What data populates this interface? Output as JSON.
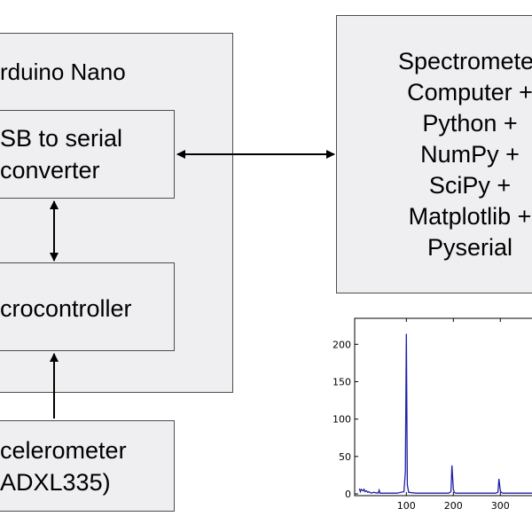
{
  "blocks": {
    "arduino_label": "rduino Nano",
    "usb_line1": "SB to serial",
    "usb_line2": "converter",
    "micro_label": "crocontroller",
    "accel_line1": "celerometer",
    "accel_line2": "ADXL335)"
  },
  "computer_lines": [
    "Spectrometer",
    "Computer +",
    "Python +",
    "NumPy +",
    "SciPy +",
    "Matplotlib +",
    "Pyserial"
  ],
  "colors": {
    "box_fill": "#efeff1",
    "box_border": "#4d4d4d",
    "plot_line": "#1f1fa8"
  },
  "chart_data": {
    "type": "line",
    "title": "",
    "xlabel": "",
    "ylabel": "",
    "xlim": [
      -10,
      400
    ],
    "ylim": [
      0,
      230
    ],
    "xticks": [
      100,
      200,
      300
    ],
    "yticks": [
      0,
      50,
      100,
      150,
      200
    ],
    "grid": false,
    "series": [
      {
        "x": [
          0,
          2,
          4,
          6,
          8,
          10,
          12,
          15,
          18,
          20,
          25,
          30,
          40,
          42,
          44,
          60,
          80,
          95,
          98,
          100,
          102,
          105,
          120,
          150,
          190,
          195,
          197,
          200,
          202,
          205,
          250,
          290,
          295,
          297,
          300,
          302,
          305,
          340,
          380,
          400
        ],
        "y": [
          7,
          3,
          6,
          5,
          4,
          6,
          3,
          4,
          2,
          3,
          1,
          2,
          1,
          5,
          1,
          1,
          1,
          3,
          30,
          214,
          12,
          2,
          1,
          1,
          1,
          3,
          38,
          6,
          2,
          1,
          1,
          1,
          2,
          20,
          4,
          2,
          1,
          1,
          1,
          1
        ]
      }
    ]
  }
}
